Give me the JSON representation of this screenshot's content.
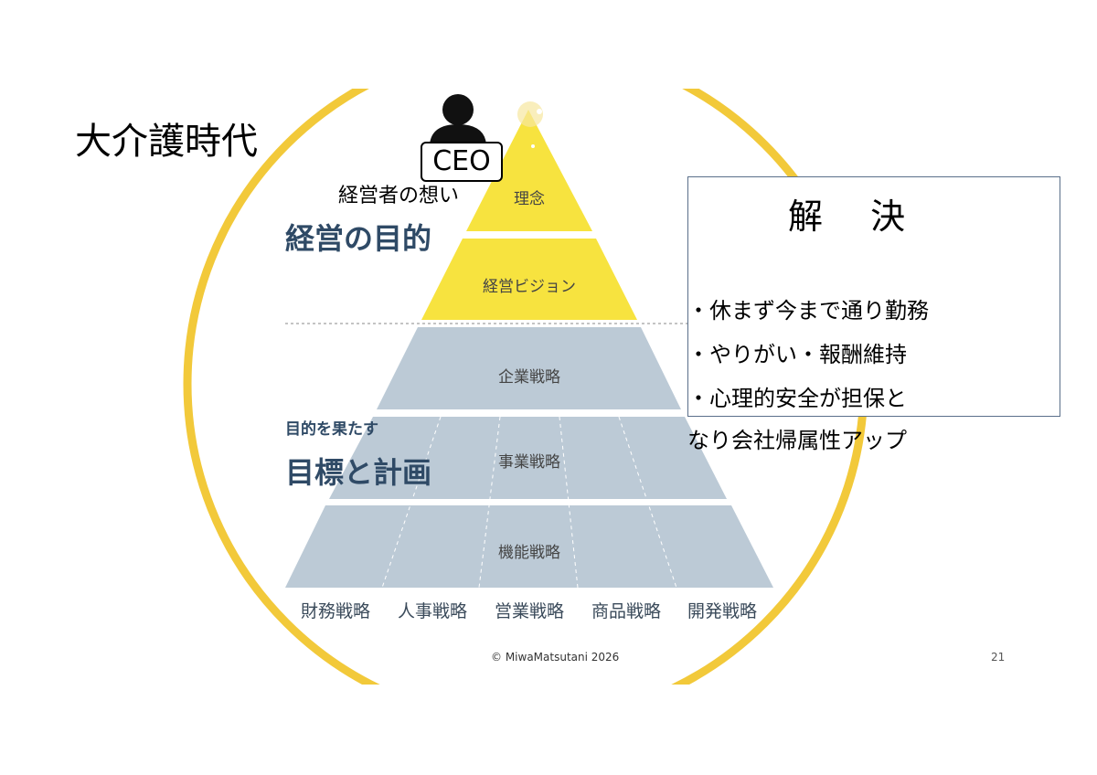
{
  "title": "大介護時代",
  "ceo_label": "CEO",
  "thought": "経営者の想い",
  "purpose": "経営の目的",
  "goal_sub": "目的を果たす",
  "goal": "目標と計画",
  "tiers": [
    "理念",
    "経営ビジョン",
    "企業戦略",
    "事業戦略",
    "機能戦略"
  ],
  "functions": [
    "財務戦略",
    "人事戦略",
    "営業戦略",
    "商品戦略",
    "開発戦略"
  ],
  "box": {
    "title": "解 決",
    "items": [
      "・休まず今まで通り勤務",
      "・やりがい・報酬維持",
      "・心理的安全が担保と",
      "なり会社帰属性アップ"
    ]
  },
  "footer": "© MiwaMatsutani 2026",
  "page_number": "21",
  "colors": {
    "ring": "#f2c93a",
    "yellow": "#f7e33f",
    "gray": "#bccad6"
  }
}
